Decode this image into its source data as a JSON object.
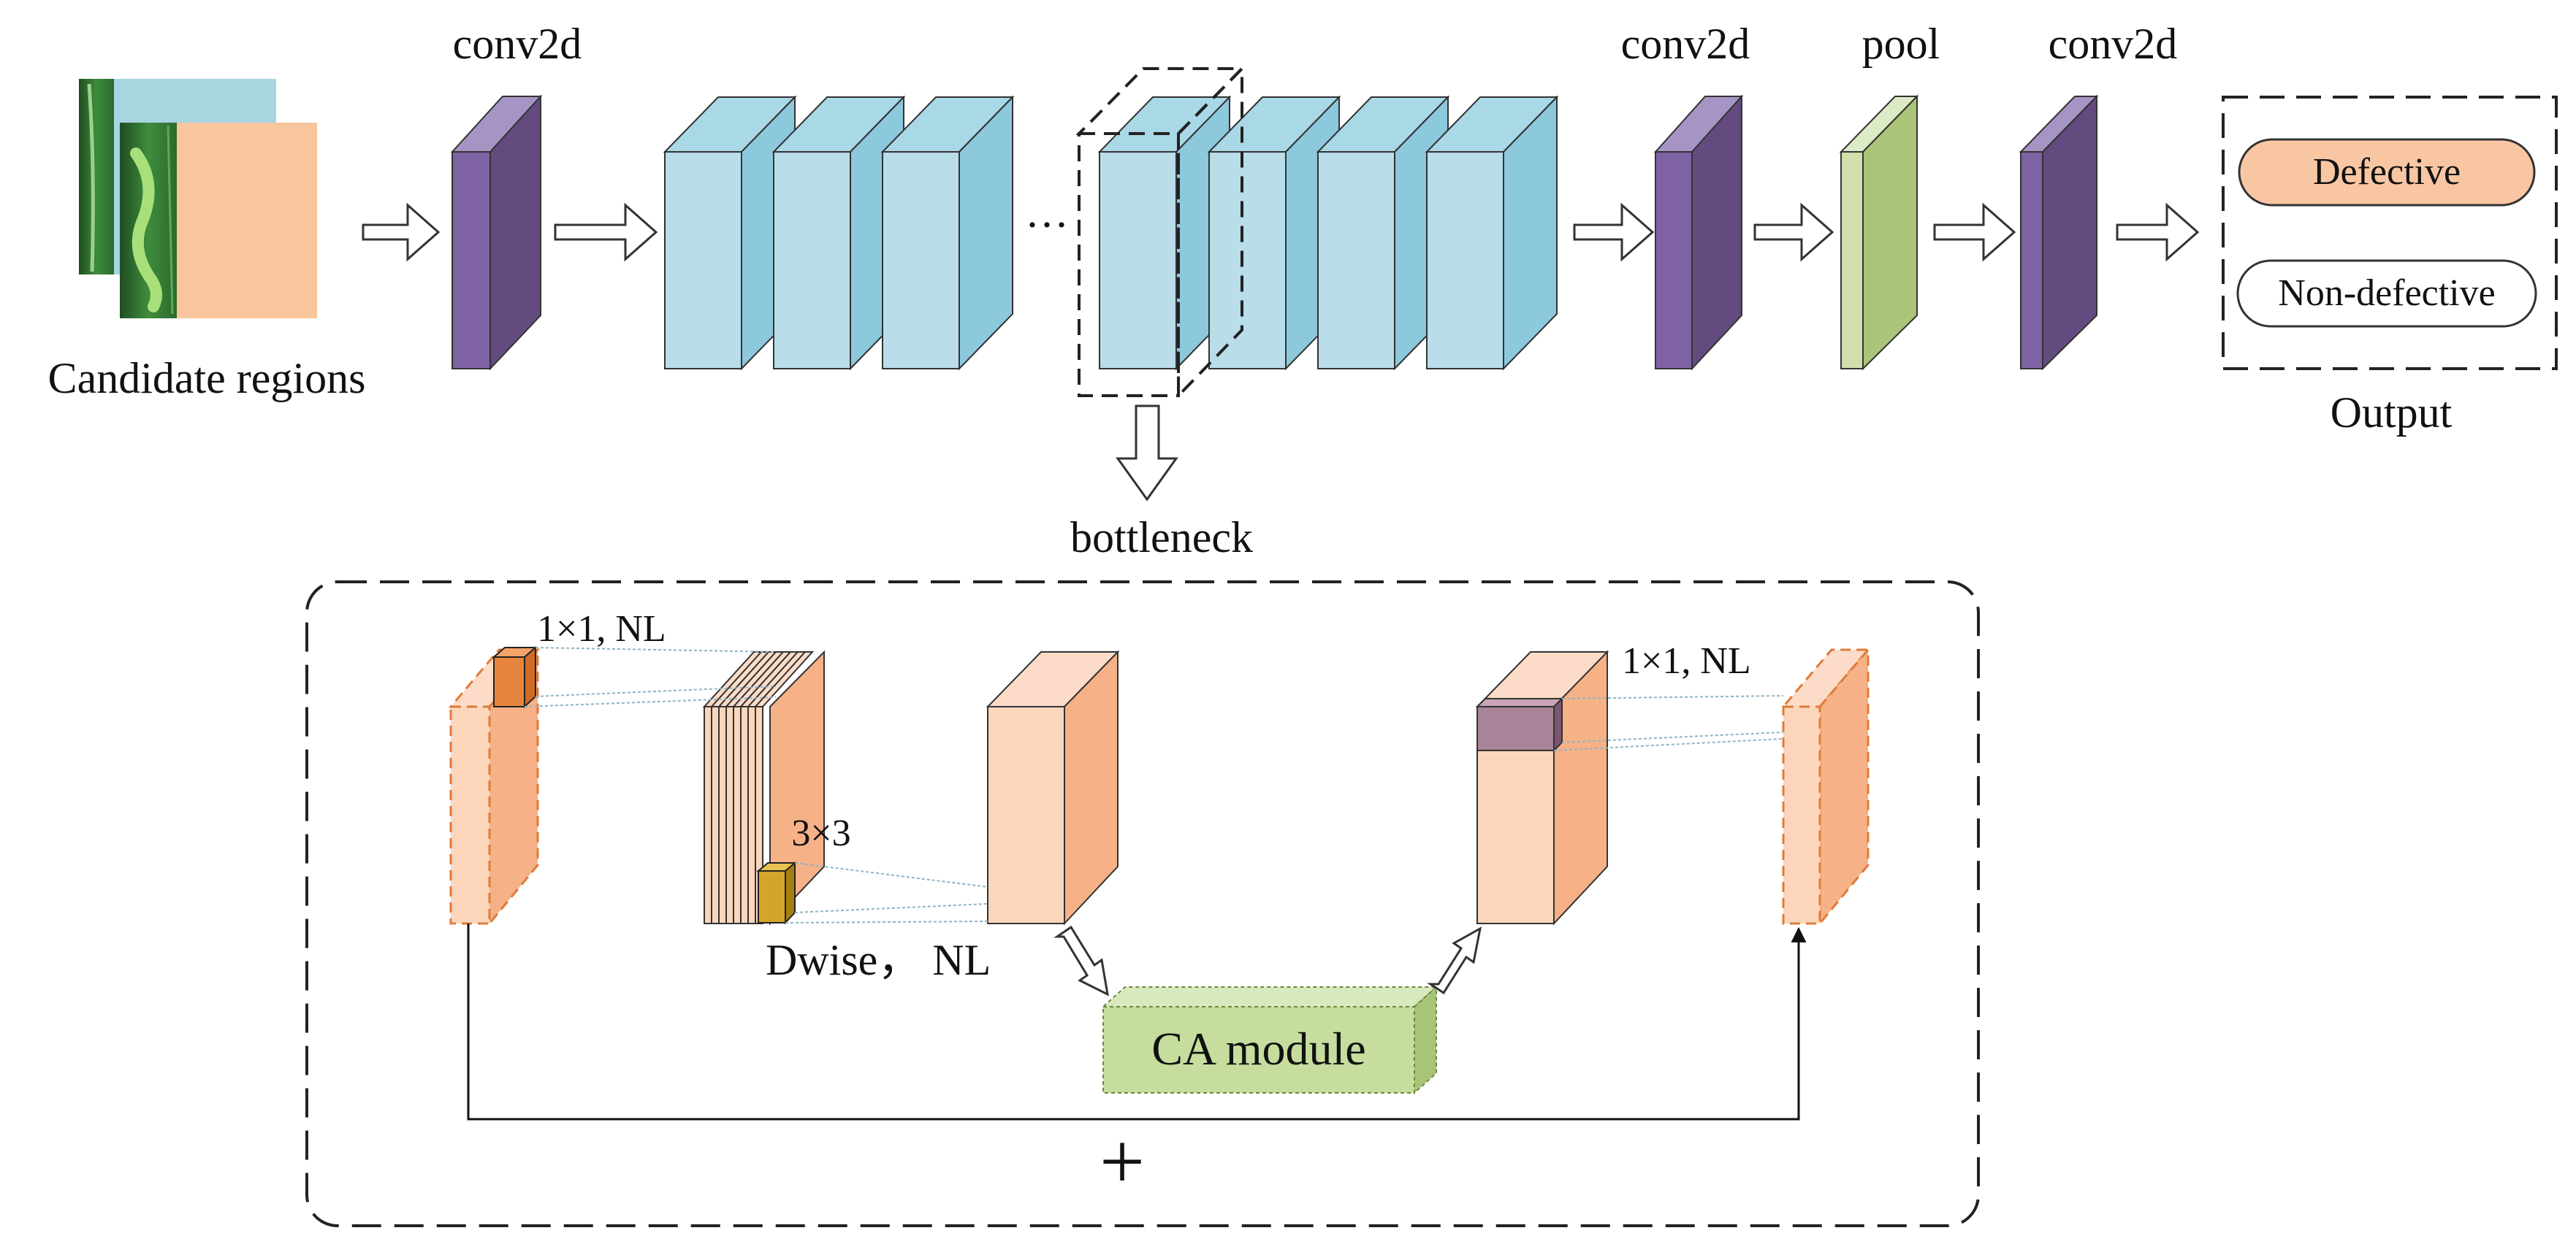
{
  "top": {
    "input_label": "Candidate regions",
    "conv_label_1": "conv2d",
    "conv_label_2": "conv2d",
    "pool_label": "pool",
    "conv_label_3": "conv2d",
    "ellipsis": "···",
    "bottleneck_label": "bottleneck",
    "output": {
      "label": "Output",
      "classes": [
        "Defective",
        "Non-defective"
      ]
    }
  },
  "bottleneck": {
    "expand_label": "1×1, NL",
    "dwise_kernel_label": "3×3",
    "dwise_label": "Dwise， NL",
    "project_label": "1×1, NL",
    "ca_label": "CA module",
    "residual_symbol": "+"
  },
  "colors": {
    "conv_front": "#7e62a3",
    "conv_side": "#634b80",
    "conv_top": "#a695c4",
    "block_front": "#b9dde9",
    "block_side": "#8cc9dd",
    "block_top": "#a9d8e6",
    "pool_front": "#cfe0ad",
    "pool_side": "#aac479",
    "pool_top": "#dcebc6",
    "peach_front": "#fbd6bb",
    "peach_side": "#f6b187",
    "peach_top": "#fcdcc8",
    "ca_fill": "#c6dd9e",
    "defective_fill": "#f9c6a3"
  }
}
